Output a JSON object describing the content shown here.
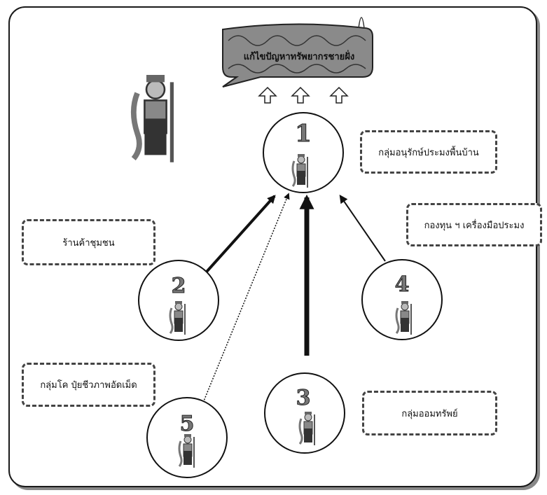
{
  "banner": {
    "text": "แก้ไขปัญหาทรัพยากรชายฝั่ง"
  },
  "nodes": [
    {
      "id": "1",
      "label": "กลุ่มอนุรักษ์ประมงพื้นบ้าน"
    },
    {
      "id": "2",
      "label": "ร้านค้าชุมชน"
    },
    {
      "id": "3",
      "label": "กลุ่มออมทรัพย์"
    },
    {
      "id": "4",
      "label": "กองทุน ฯ เครื่องมือประมง"
    },
    {
      "id": "5",
      "label": "กลุ่มโค ปุ๋ยชีวภาพอัดเม็ด"
    }
  ],
  "colors": {
    "bubble_fill": "#8a8a8a",
    "box_border": "#444444",
    "arrow": "#111111"
  }
}
